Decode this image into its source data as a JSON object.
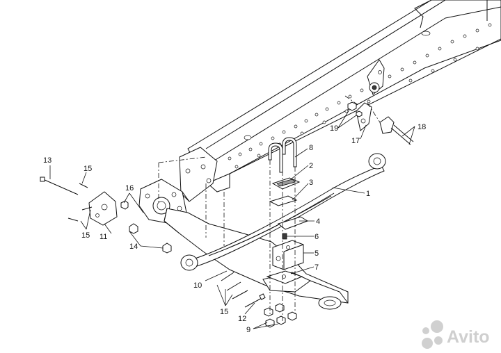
{
  "diagram": {
    "callouts": {
      "c1": "1",
      "c2": "2",
      "c3": "3",
      "c4": "4",
      "c5": "5",
      "c6": "6",
      "c7": "7",
      "c8": "8",
      "c9": "9",
      "c10": "10",
      "c11": "11",
      "c12": "12",
      "c13": "13",
      "c14": "14",
      "c15a": "15",
      "c15b": "15",
      "c15c": "15",
      "c16": "16",
      "c17": "17",
      "c18": "18",
      "c19": "19"
    }
  },
  "watermark": {
    "brand": "Avito",
    "icon": "avito-dots-logo",
    "color": "#d0d0d0"
  }
}
